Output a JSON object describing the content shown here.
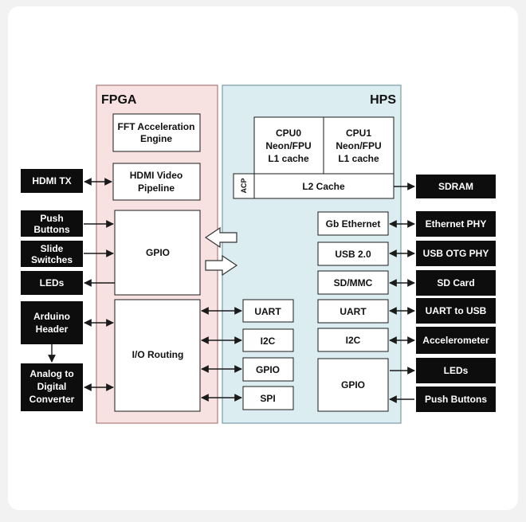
{
  "colors": {
    "fpga_fill": "#f7e1e1",
    "fpga_stroke": "#b07a7a",
    "hps_fill": "#dcedf1",
    "hps_stroke": "#7a9ba6",
    "external_fill": "#0d0d0d",
    "block_fill": "#ffffff",
    "line": "#1a1a1a"
  },
  "regions": {
    "fpga": "FPGA",
    "hps": "HPS"
  },
  "fpga_blocks": {
    "fft": [
      "FFT Acceleration",
      "Engine"
    ],
    "hdmi_pipeline": [
      "HDMI Video",
      "Pipeline"
    ],
    "gpio": "GPIO",
    "io_routing": "I/O Routing"
  },
  "hps_blocks": {
    "cpu0": [
      "CPU0",
      "Neon/FPU",
      "L1 cache"
    ],
    "cpu1": [
      "CPU1",
      "Neon/FPU",
      "L1 cache"
    ],
    "acp": "ACP",
    "l2": "L2 Cache",
    "gb_ethernet": "Gb Ethernet",
    "usb": "USB 2.0",
    "sdmmc": "SD/MMC",
    "uart": "UART",
    "i2c": "I2C",
    "gpio": "GPIO"
  },
  "hps_routed_ports": {
    "uart": "UART",
    "i2c": "I2C",
    "gpio": "GPIO",
    "spi": "SPI"
  },
  "left_external": {
    "hdmi_tx": [
      "HDMI TX"
    ],
    "push_buttons": [
      "Push",
      "Buttons"
    ],
    "slide_switches": [
      "Slide",
      "Switches"
    ],
    "leds": [
      "LEDs"
    ],
    "arduino": [
      "Arduino",
      "Header"
    ],
    "adc": [
      "Analog to",
      "Digital",
      "Converter"
    ]
  },
  "right_external": {
    "sdram": "SDRAM",
    "ethernet_phy": "Ethernet PHY",
    "usb_otg_phy": "USB OTG PHY",
    "sd_card": "SD Card",
    "uart_to_usb": "UART to USB",
    "accelerometer": "Accelerometer",
    "leds": "LEDs",
    "push_buttons": "Push Buttons"
  }
}
